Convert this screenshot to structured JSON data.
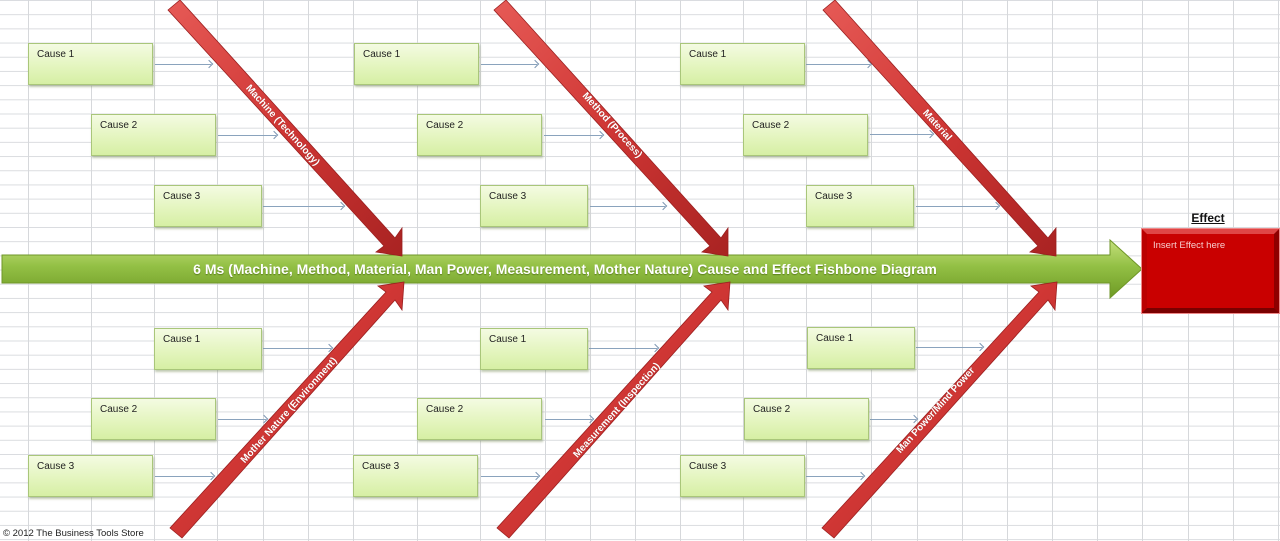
{
  "diagram": {
    "type": "fishbone",
    "spine_title": "6 Ms (Machine, Method, Material, Man Power, Measurement, Mother Nature) Cause and Effect Fishbone Diagram",
    "effect": {
      "title": "Effect",
      "placeholder": "Insert Effect here"
    },
    "categories": [
      {
        "label": "Machine (Technology)",
        "position": "top",
        "causes": [
          "Cause 1",
          "Cause 2",
          "Cause 3"
        ]
      },
      {
        "label": "Method (Process)",
        "position": "top",
        "causes": [
          "Cause 1",
          "Cause 2",
          "Cause 3"
        ]
      },
      {
        "label": "Material",
        "position": "top",
        "causes": [
          "Cause 1",
          "Cause 2",
          "Cause 3"
        ]
      },
      {
        "label": "Mother Nature (Environment)",
        "position": "bottom",
        "causes": [
          "Cause 1",
          "Cause 2",
          "Cause 3"
        ]
      },
      {
        "label": "Measurement (Inspection)",
        "position": "bottom",
        "causes": [
          "Cause 1",
          "Cause 2",
          "Cause 3"
        ]
      },
      {
        "label": "Man Power/Mind Power",
        "position": "bottom",
        "causes": [
          "Cause 1",
          "Cause 2",
          "Cause 3"
        ]
      }
    ],
    "colors": {
      "spine": "#8fbc3c",
      "bones": "#d23a3a",
      "cause_box": "#e4f5bf",
      "effect_box": "#c90000"
    }
  },
  "footer": {
    "copyright": "© 2012 The Business Tools Store"
  }
}
